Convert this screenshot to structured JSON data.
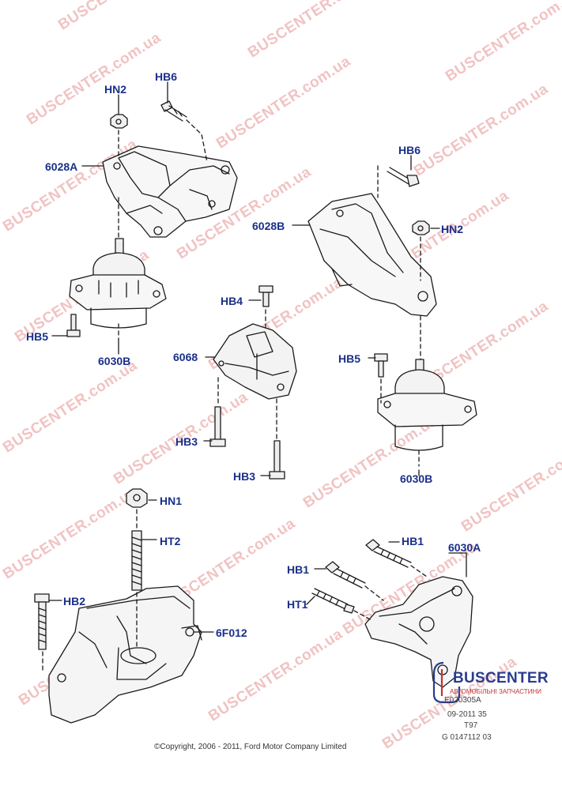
{
  "watermark": {
    "text": "BUSCENTER.com.ua"
  },
  "labels": {
    "hn2_top": "HN2",
    "hb6_top": "HB6",
    "p6028a": "6028A",
    "hb5_left": "HB5",
    "p6030b_left": "6030B",
    "hb6_right": "HB6",
    "p6028b": "6028B",
    "hn2_right": "HN2",
    "hb4": "HB4",
    "p6068": "6068",
    "hb5_right": "HB5",
    "hb3_a": "HB3",
    "hb3_b": "HB3",
    "p6030b_right": "6030B",
    "hn1": "HN1",
    "ht2": "HT2",
    "hb2": "HB2",
    "p6f012": "6F012",
    "hb1_a": "HB1",
    "p6030a": "6030A",
    "hb1_b": "HB1",
    "ht1": "HT1"
  },
  "copyright": "©Copyright, 2006 - 2011, Ford Motor Company Limited",
  "logo": {
    "name": "BUSCENTER",
    "subtitle": "АВТОМОБІЛЬНІ ЗАПЧАСТИНИ"
  },
  "meta": [
    "E020305A",
    "09-2011 35",
    "T97",
    "G 0147112 03"
  ],
  "colors": {
    "label": "#1a2f8a",
    "watermark": "#d23a3a",
    "line": "#1a1a1a"
  }
}
